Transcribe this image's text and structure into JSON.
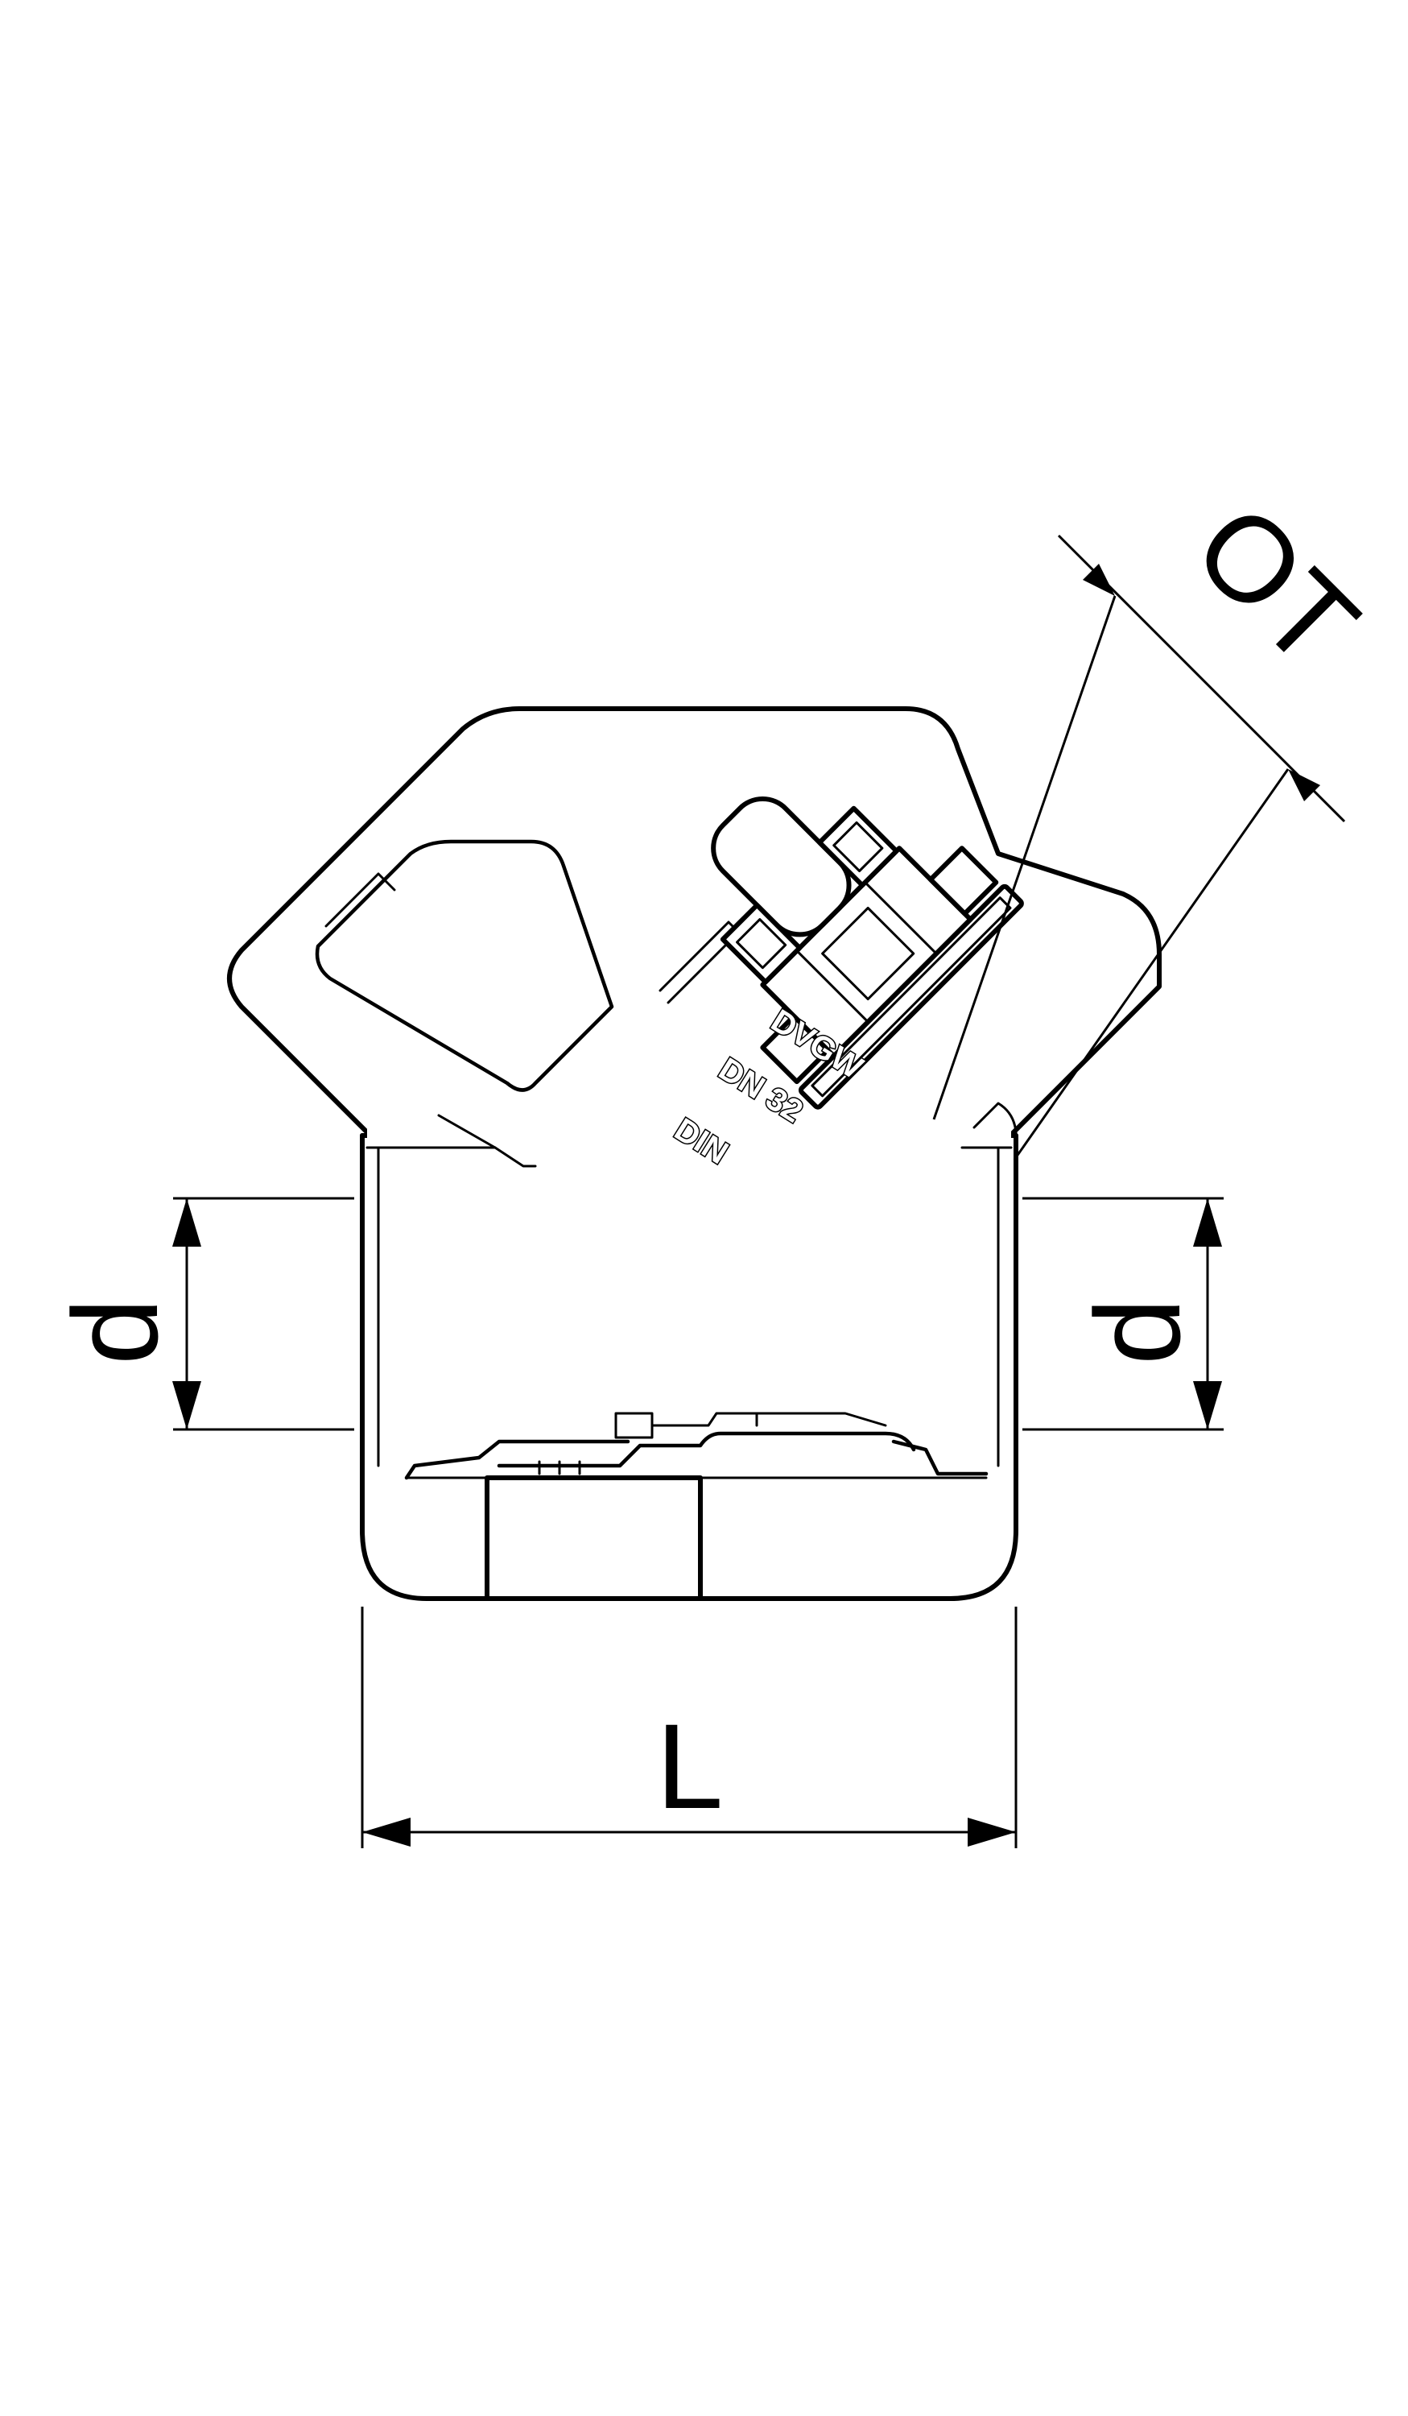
{
  "dimensions": {
    "outlet": "OT",
    "diameter_left": "d",
    "diameter_right": "d",
    "length": "L"
  },
  "body_markings": {
    "line1": "DVGW",
    "line2": "DN 32",
    "line3": "DIN"
  },
  "colors": {
    "line": "#000000",
    "background": "#ffffff"
  }
}
